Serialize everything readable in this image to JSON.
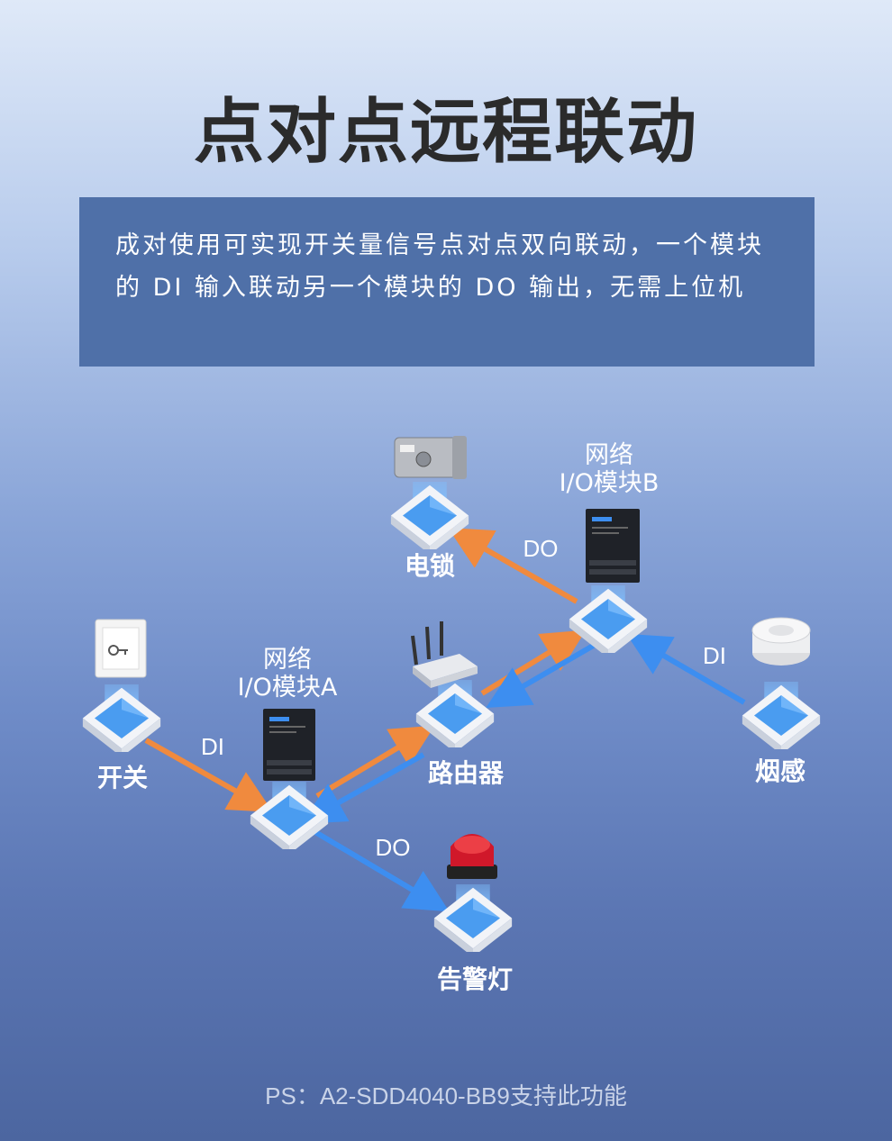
{
  "title": "点对点远程联动",
  "description": "成对使用可实现开关量信号点对点双向联动，一个模块的 DI 输入联动另一个模块的 DO 输出，无需上位机",
  "nodes": {
    "switch": "开关",
    "module_a_line1": "网络",
    "module_a_line2": "I/O模块A",
    "router": "路由器",
    "module_b_line1": "网络",
    "module_b_line2": "I/O模块B",
    "lock": "电锁",
    "smoke": "烟感",
    "alarm": "告警灯"
  },
  "edges": {
    "switch_to_a": "DI",
    "b_to_lock": "DO",
    "smoke_to_b": "DI",
    "a_to_alarm": "DO"
  },
  "colors": {
    "orange": "#f08a3e",
    "blue": "#3d8ef0",
    "tile_top": "#4a9cf0"
  },
  "footnote": "PS：A2-SDD4040-BB9支持此功能"
}
